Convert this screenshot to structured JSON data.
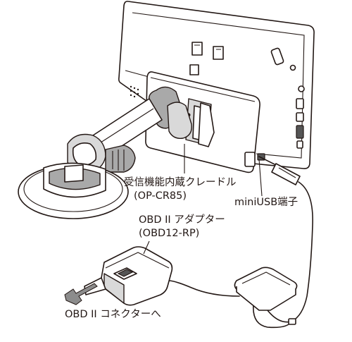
{
  "labels": {
    "cradle_name": "受信機能内蔵クレードル",
    "cradle_model": "(OP-CR85)",
    "usb_port": "miniUSB端子",
    "adapter_name": "OBD II アダプター",
    "adapter_model": "(OBD12-RP)",
    "to_connector": "OBD II コネクターへ"
  },
  "colors": {
    "line": "#231815",
    "light_gray": "#d9d9d9",
    "mid_gray": "#a9a9a9",
    "dark_gray": "#555555"
  }
}
